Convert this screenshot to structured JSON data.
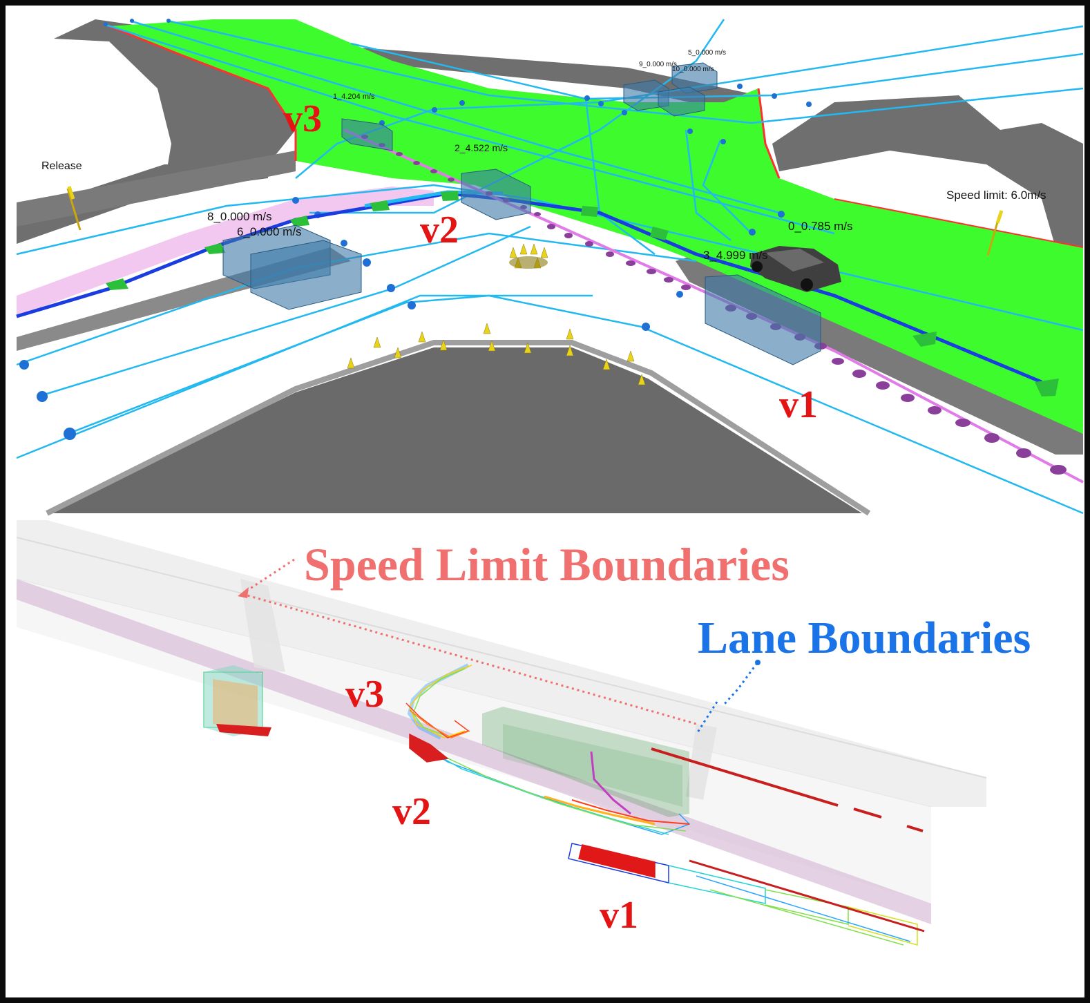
{
  "top_panel": {
    "release_label": "Release",
    "speed_limit_label": "Speed  limit:  6.0m/s",
    "vehicle_labels": {
      "v1": "v1",
      "v2": "v2",
      "v3": "v3"
    },
    "speed_tags": [
      {
        "id": "tag-5",
        "text": "5_0.000  m/s"
      },
      {
        "id": "tag-9",
        "text": "9_0.000  m/s"
      },
      {
        "id": "tag-10",
        "text": "10_0.000  m/s"
      },
      {
        "id": "tag-1",
        "text": "1_4.204  m/s"
      },
      {
        "id": "tag-2",
        "text": "2_4.522  m/s"
      },
      {
        "id": "tag-8",
        "text": "8_0.000  m/s"
      },
      {
        "id": "tag-6",
        "text": "6_0.000  m/s"
      },
      {
        "id": "tag-0",
        "text": "0_0.785  m/s"
      },
      {
        "id": "tag-3",
        "text": "3_4.999  m/s"
      }
    ],
    "colors": {
      "drivable_area": "#3dfb2c",
      "road_gray": "#6f6f6f",
      "lane_line": "#22b8f0",
      "ego_path": "#1a3de0",
      "pink_corridor": "#f2c8f0"
    }
  },
  "bottom_panel": {
    "speed_limit_caption": "Speed Limit Boundaries",
    "lane_caption": "Lane Boundaries",
    "vehicle_labels": {
      "v1": "v1",
      "v2": "v2",
      "v3": "v3"
    },
    "colors": {
      "speed_caption": "#f07070",
      "lane_caption": "#1a74e8",
      "vehicle_label": "#e41414"
    }
  }
}
